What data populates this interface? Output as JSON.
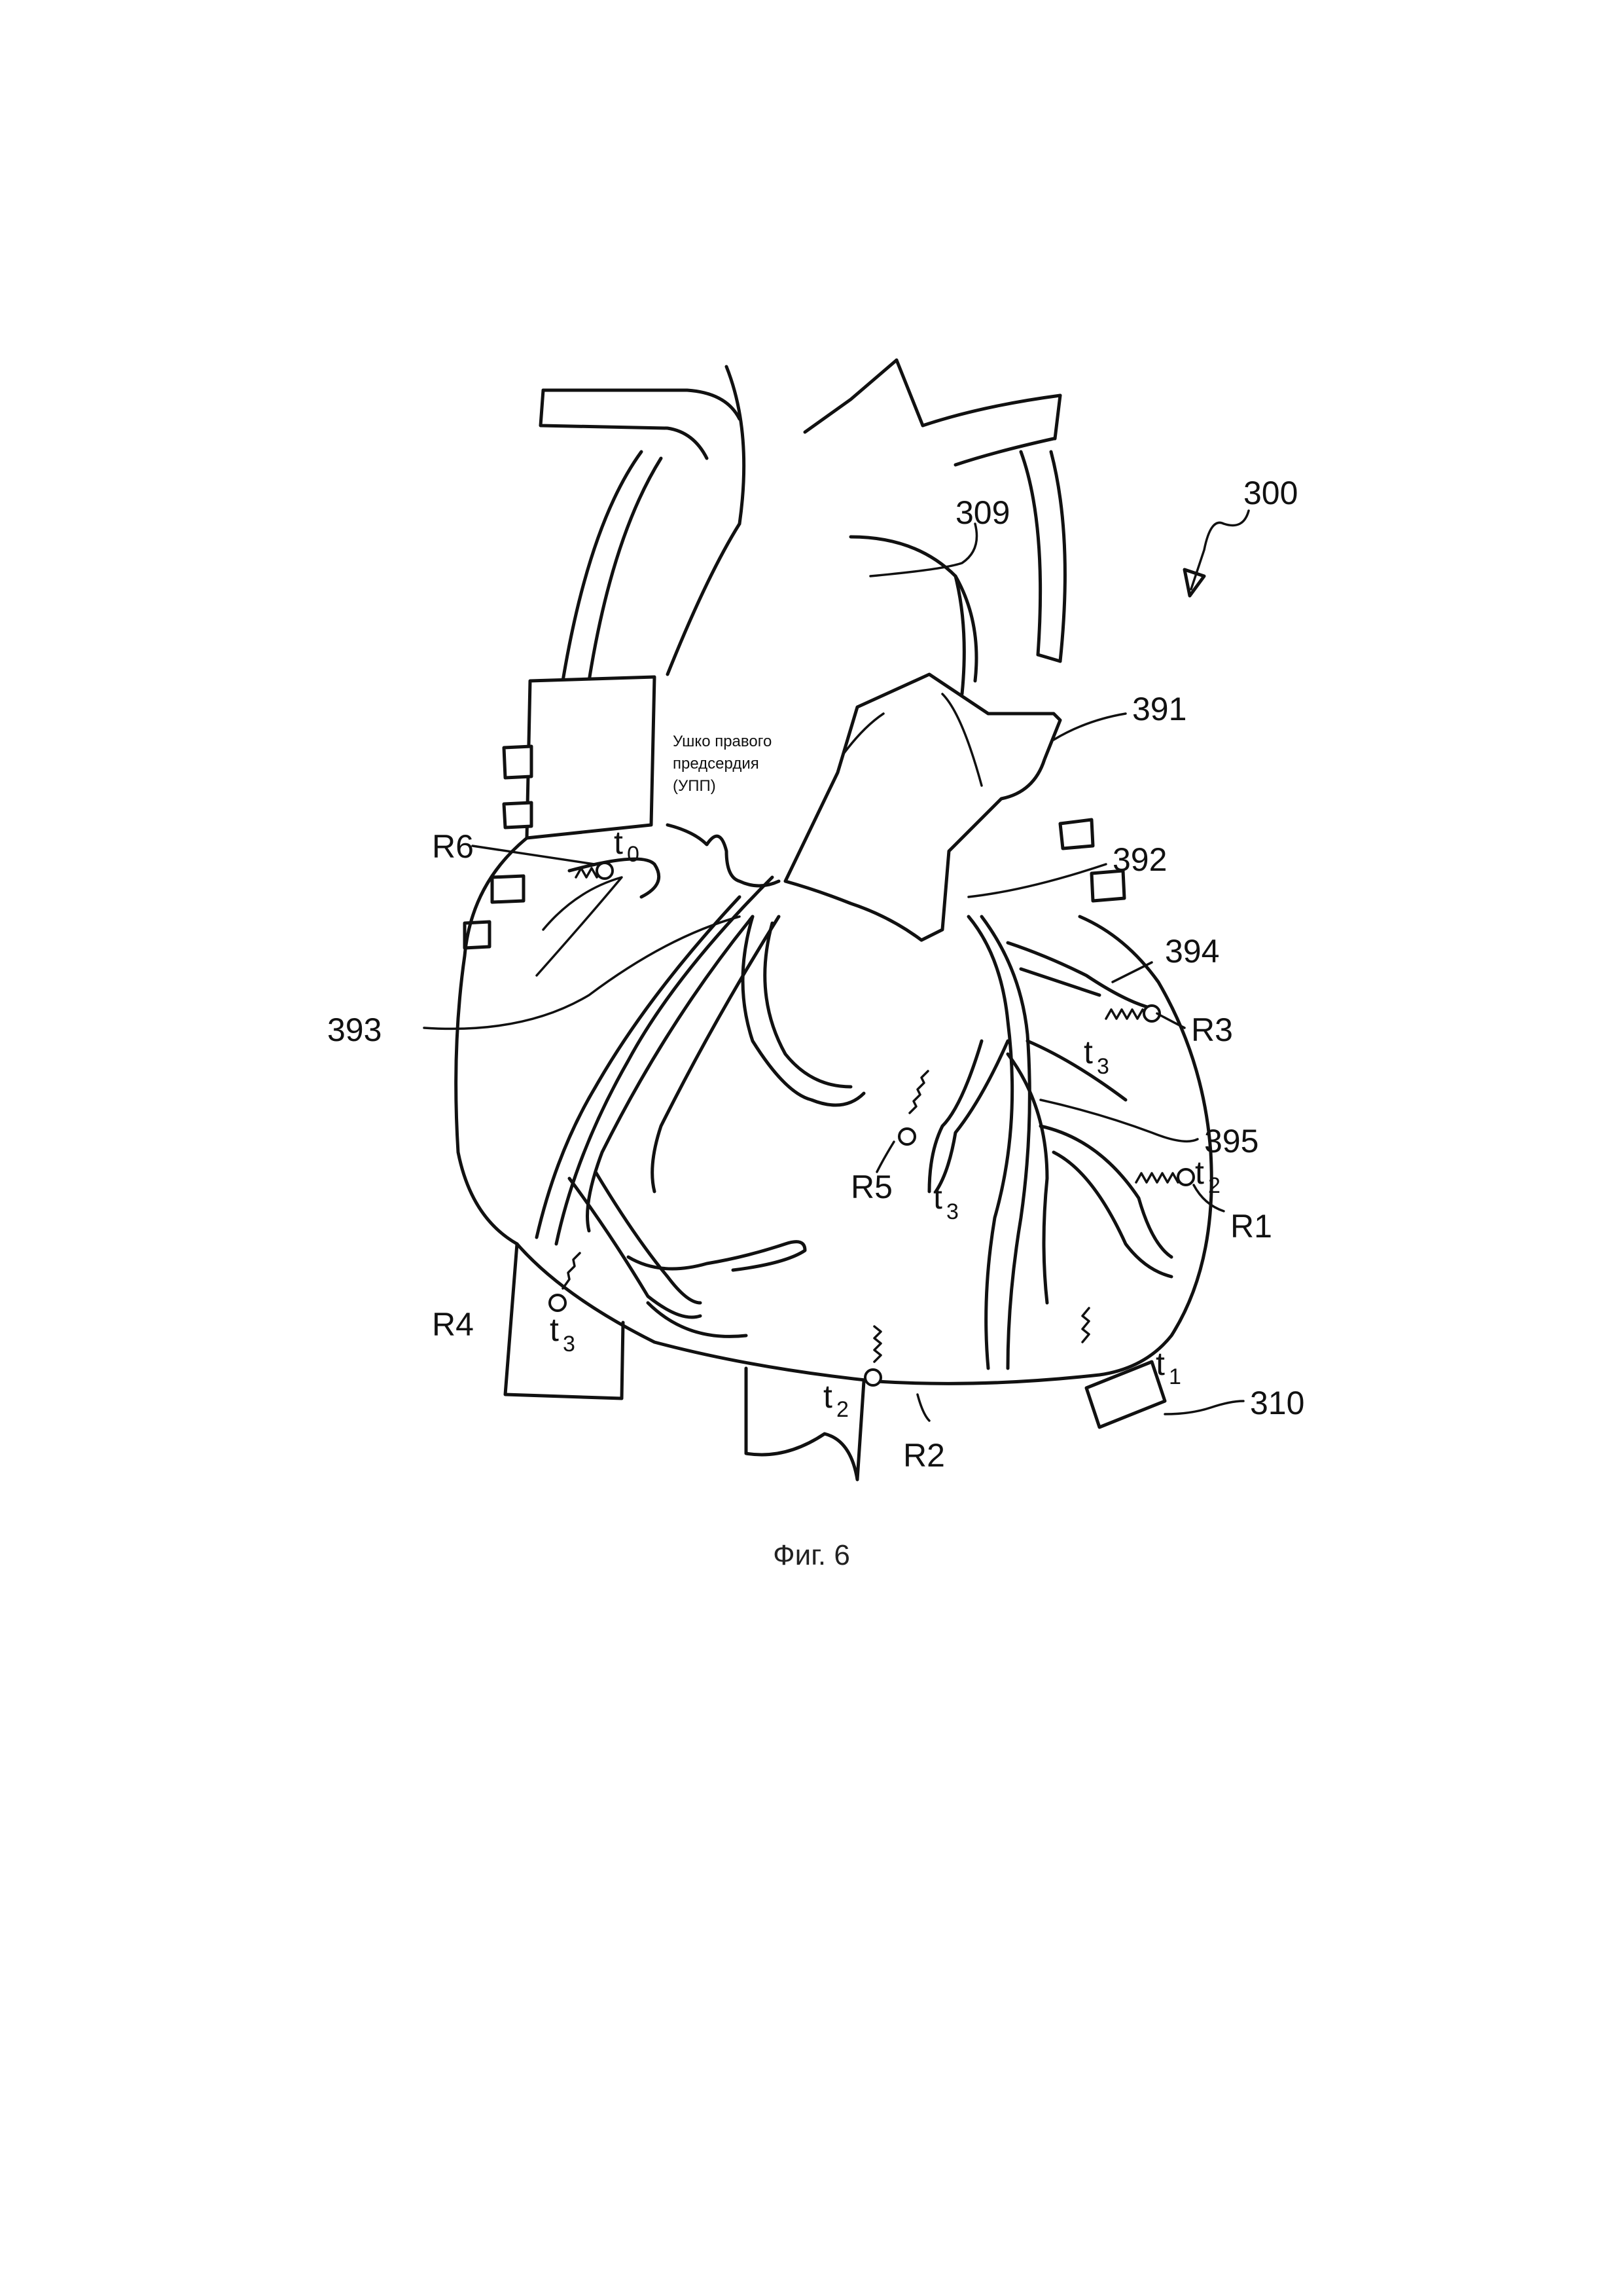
{
  "figure": {
    "number_label": "300",
    "caption": "Фиг. 6",
    "annotation": {
      "line1": "Ушко правого",
      "line2": "предсердия",
      "line3": "(УПП)"
    },
    "labels": {
      "l309": "309",
      "l391": "391",
      "l392": "392",
      "l393": "393",
      "l394": "394",
      "l395": "395",
      "l310": "310",
      "R1": "R1",
      "R2": "R2",
      "R3": "R3",
      "R4": "R4",
      "R5": "R5",
      "R6": "R6"
    },
    "time_labels": {
      "t0": {
        "base": "t",
        "sub": "0"
      },
      "t1": {
        "base": "t",
        "sub": "1"
      },
      "t2_r1": {
        "base": "t",
        "sub": "2"
      },
      "t2_r2": {
        "base": "t",
        "sub": "2"
      },
      "t3_r3": {
        "base": "t",
        "sub": "3"
      },
      "t3_r4": {
        "base": "t",
        "sub": "3"
      },
      "t3_r5": {
        "base": "t",
        "sub": "3"
      }
    }
  }
}
